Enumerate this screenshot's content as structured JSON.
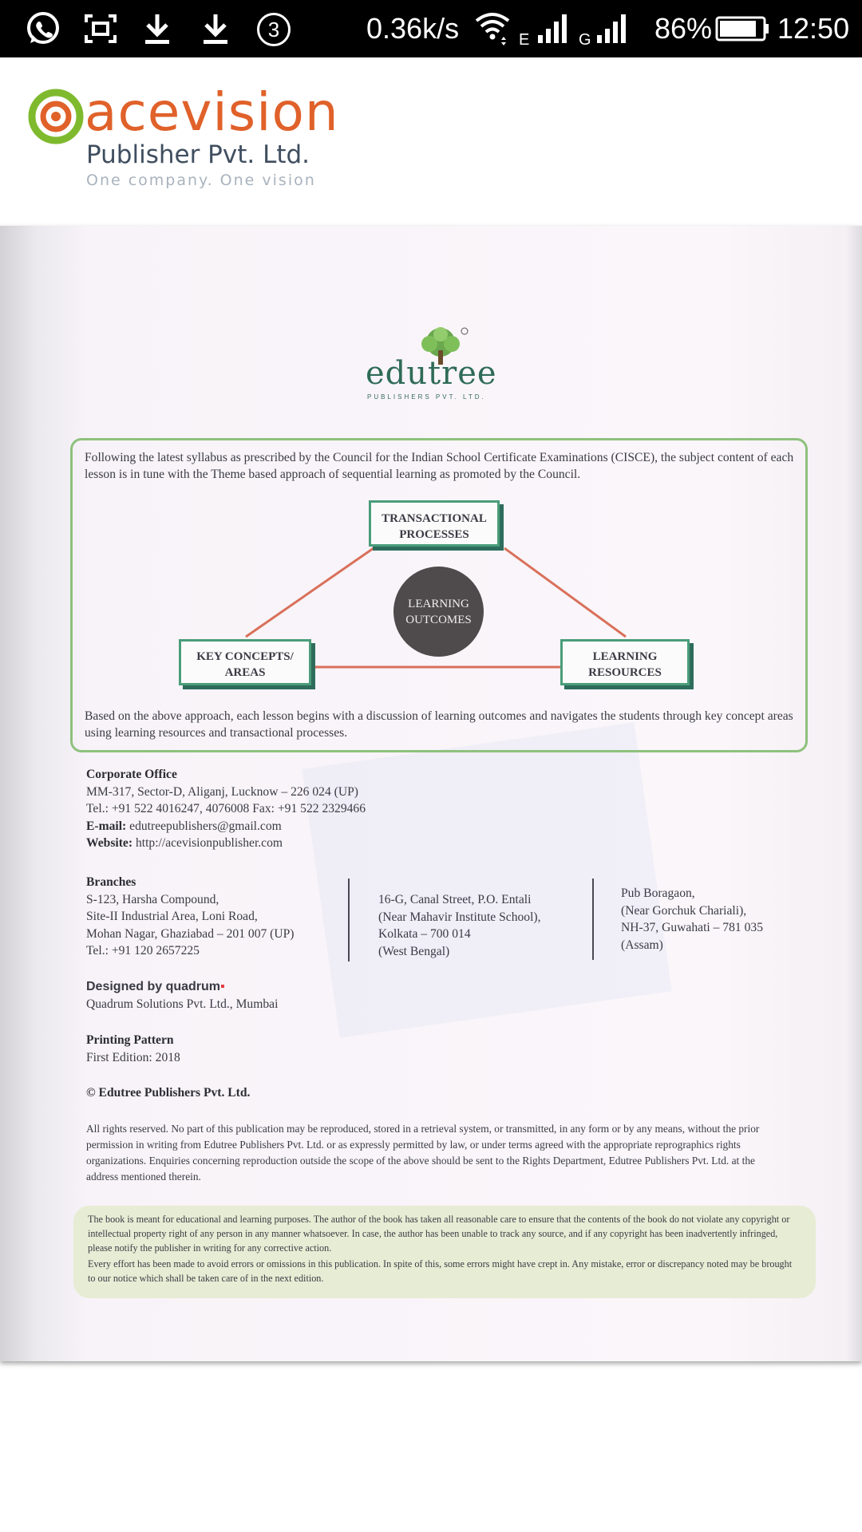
{
  "status_bar": {
    "notification_count": "3",
    "net_speed": "0.36k/s",
    "net_type_1": "E",
    "net_type_2": "G",
    "battery": "86%",
    "time": "12:50"
  },
  "header": {
    "brand_name": "acevision",
    "brand_sub": "Publisher Pvt. Ltd.",
    "tagline": "One company. One vision"
  },
  "page": {
    "edutree_logo": "edutree",
    "edutree_sub": "PUBLISHERS PVT. LTD.",
    "intro": "Following the latest syllabus as prescribed by the Council for the Indian School Certificate Examinations (CISCE), the subject content of each lesson is in tune with the Theme based approach of sequential learning as promoted by the Council.",
    "diagram": {
      "top": "TRANSACTIONAL PROCESSES",
      "left": "KEY CONCEPTS/ AREAS",
      "right": "LEARNING RESOURCES",
      "center": "LEARNING OUTCOMES"
    },
    "outro": "Based on the above approach, each lesson begins with a discussion of learning outcomes and navigates the students through key concept areas using learning resources and transactional processes.",
    "corporate_office": {
      "heading": "Corporate Office",
      "address": "MM-317, Sector-D, Aliganj, Lucknow – 226 024 (UP)",
      "tel": "Tel.: +91 522 4016247, 4076008 Fax: +91 522 2329466",
      "email_label": "E-mail:",
      "email": "edutreepublishers@gmail.com",
      "website_label": "Website:",
      "website": "http://acevisionpublisher.com"
    },
    "branches": {
      "heading": "Branches",
      "branch1": [
        "S-123, Harsha Compound,",
        "Site-II Industrial Area, Loni Road,",
        "Mohan Nagar, Ghaziabad – 201 007 (UP)",
        "Tel.: +91 120 2657225"
      ],
      "branch2": [
        "16-G, Canal Street, P.O. Entali",
        "(Near Mahavir Institute School),",
        "Kolkata – 700 014",
        "(West Bengal)"
      ],
      "branch3": [
        "Pub Boragaon,",
        "(Near Gorchuk Chariali),",
        "NH-37, Guwahati – 781 035",
        "(Assam)"
      ]
    },
    "designed_by": {
      "label": "Designed by quadrum",
      "company": "Quadrum Solutions Pvt. Ltd., Mumbai"
    },
    "printing": {
      "heading": "Printing Pattern",
      "edition": "First Edition: 2018"
    },
    "copyright": "© Edutree Publishers Pvt. Ltd.",
    "legal": "All rights reserved. No part of this publication may be reproduced, stored in a retrieval system, or transmitted, in any form or by any means, without the prior permission in writing from Edutree Publishers Pvt. Ltd. or as expressly permitted by law, or under terms agreed with the appropriate reprographics rights organizations. Enquiries concerning reproduction outside the scope of the above should be sent to the Rights Department, Edutree Publishers Pvt. Ltd. at the address mentioned therein.",
    "notice_1": "The book is meant for educational and learning purposes. The author of the book has taken all reasonable care to ensure that the contents of the book do not violate any copyright or intellectual property right of any person in any manner whatsoever. In case, the author has been unable to track any source, and if any copyright has been inadvertently infringed, please notify the publisher in writing for any corrective action.",
    "notice_2": "Every effort has been made to avoid errors or omissions in this publication. In spite of this, some errors might have crept in. Any mistake, error or discrepancy noted may be brought to our notice which shall be taken care of in the next edition."
  },
  "colors": {
    "brand_orange": "#e0612a",
    "brand_green": "#7fba2e",
    "diagram_line": "#d9705a",
    "frame_green": "#8ec17d"
  }
}
